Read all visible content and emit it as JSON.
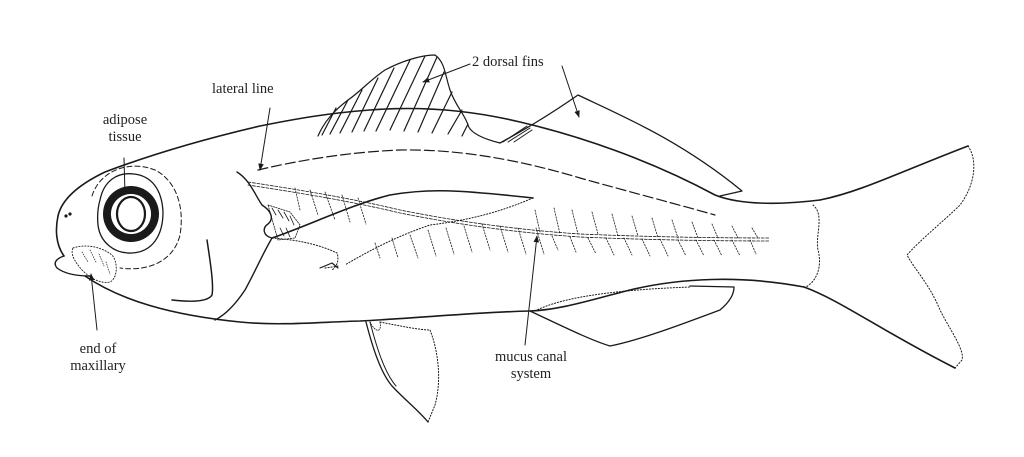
{
  "diagram": {
    "subject": "fish anatomy (side view)",
    "stroke_color": "#1a1a1a",
    "text_color": "#222222",
    "labels": {
      "lateral_line": {
        "lines": [
          "lateral line"
        ]
      },
      "adipose_tissue": {
        "lines": [
          "adipose",
          "tissue"
        ]
      },
      "dorsal_fins": {
        "lines": [
          "2 dorsal fins"
        ]
      },
      "end_of_maxillary": {
        "lines": [
          "end of",
          "maxillary"
        ]
      },
      "mucus_canal_system": {
        "lines": [
          "mucus canal",
          "system"
        ]
      }
    }
  }
}
